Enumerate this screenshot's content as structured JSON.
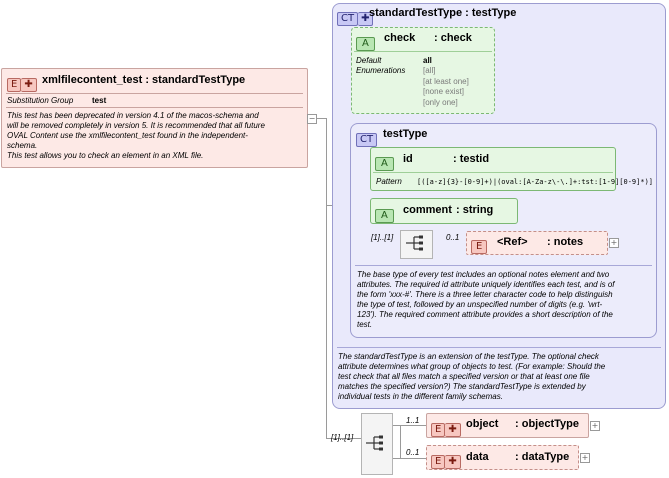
{
  "root_element": {
    "badge": "E",
    "name": "xmlfilecontent_test",
    "type_sep": ":",
    "type": "standardTestType",
    "subst_label": "Substitution Group",
    "subst_value": "test",
    "doc_line1": "This test has been deprecated in version 4.1 of the macos-schema and",
    "doc_line2": "will be removed completely in version 5.  It is recommended that all future",
    "doc_line3": "OVAL Content use the xmlfilecontent_test found in the independent-",
    "doc_line4": "schema.",
    "doc_line5": "This test allows you to check an element in an XML file."
  },
  "standard_type": {
    "badge": "CT",
    "title": "standardTestType : testType",
    "doc_line1": "The standardTestType is an extension of the testType.  The optional check",
    "doc_line2": "attribute determines what group of objects to test.  (For example: Should the",
    "doc_line3": "test check that all files match a specified version or that at least one file",
    "doc_line4": "matches the specified version?)  The standardTestType is extended by",
    "doc_line5": "individual tests in the different family schemas."
  },
  "check_attr": {
    "badge": "A",
    "name": "check",
    "type": ": check",
    "default_label": "Default",
    "default_value": "all",
    "enum_label": "Enumerations",
    "enumerations": [
      "[all]",
      "[at least one]",
      "[none exist]",
      "[only one]"
    ]
  },
  "test_type": {
    "badge": "CT",
    "title": "testType",
    "doc_line1": "The base type of every test includes an optional notes element and two",
    "doc_line2": "attributes.  The required id attribute uniquely identifies each test, and is of",
    "doc_line3": "the form 'xxx-#'.  There is a three letter character code to help distinguish",
    "doc_line4": "the type of test, followed by an unspecified number of digits (e.g. 'wrt-",
    "doc_line5": "123').  The required comment attribute provides a short description of the",
    "doc_line6": "test."
  },
  "id_attr": {
    "badge": "A",
    "name": "id",
    "type": ": testid",
    "pattern_label": "Pattern",
    "pattern_value": "[([a-z]{3}-[0-9]+)|(oval:[A-Za-z\\-\\.]+:tst:[1-9][0-9]*)]"
  },
  "comment_attr": {
    "badge": "A",
    "name": "comment",
    "type": ": string"
  },
  "inner_sequence": {
    "cardinality": "[1]..[1]"
  },
  "notes_ref": {
    "cardinality": "0..1",
    "badge": "E",
    "name": "<Ref>",
    "type": ": notes",
    "expand": "+"
  },
  "outer_sequence": {
    "cardinality": "[1]..[1]"
  },
  "object_element": {
    "cardinality": "1..1",
    "badge": "E",
    "name": "object",
    "type": ": objectType",
    "expand": "+"
  },
  "data_element": {
    "cardinality": "0..1",
    "badge": "E",
    "name": "data",
    "type": ": dataType",
    "expand": "+"
  },
  "colors": {
    "element_fill": "#fde9e6",
    "element_border": "#b86a62",
    "complex_type_fill": "#e9e9fb",
    "complex_type_border": "#9c9cd0",
    "attribute_fill": "#e6f7e3",
    "attribute_border": "#7cb874"
  }
}
